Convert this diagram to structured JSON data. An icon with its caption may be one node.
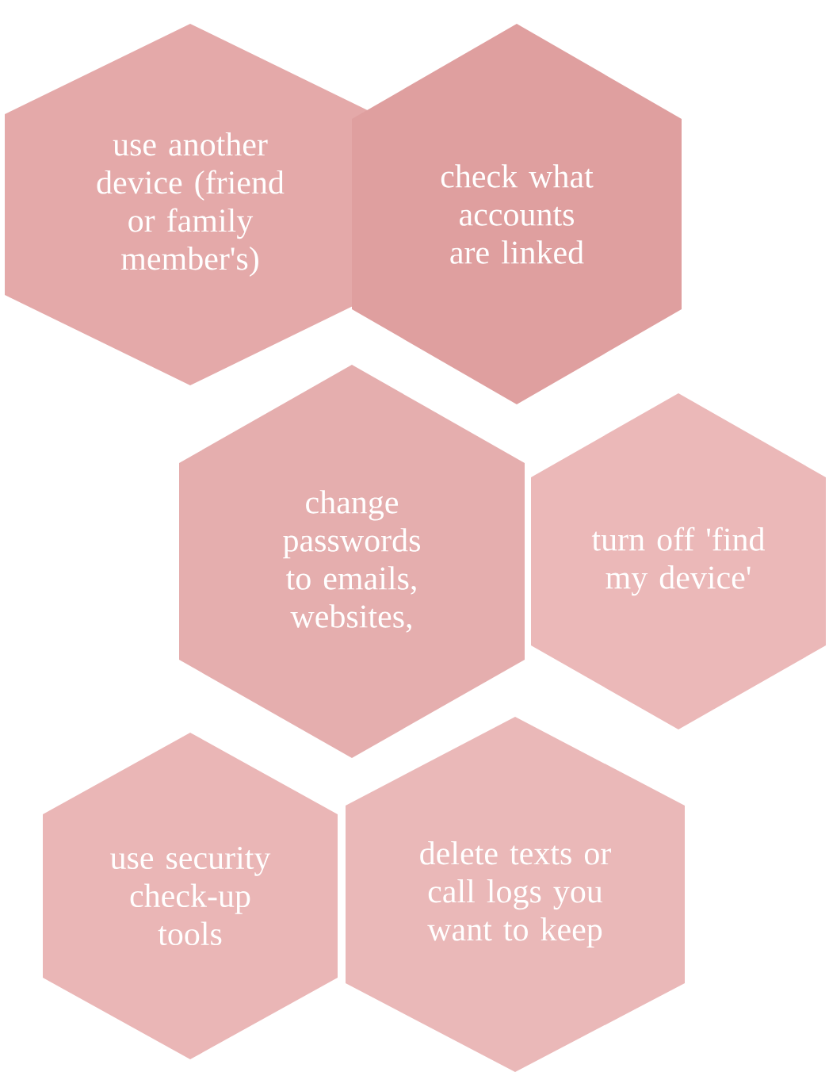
{
  "diagram": {
    "nodes": [
      {
        "text": [
          "use another device (friend or family member's)"
        ]
      },
      {
        "text": [
          "check what accounts are linked"
        ]
      },
      {
        "text": [
          "change passwords to emails, websites,"
        ]
      },
      {
        "text": [
          "turn off 'find my device'"
        ]
      },
      {
        "text": [
          "use security check-up tools"
        ]
      },
      {
        "text": [
          "delete texts or call logs you want to keep"
        ]
      }
    ]
  }
}
